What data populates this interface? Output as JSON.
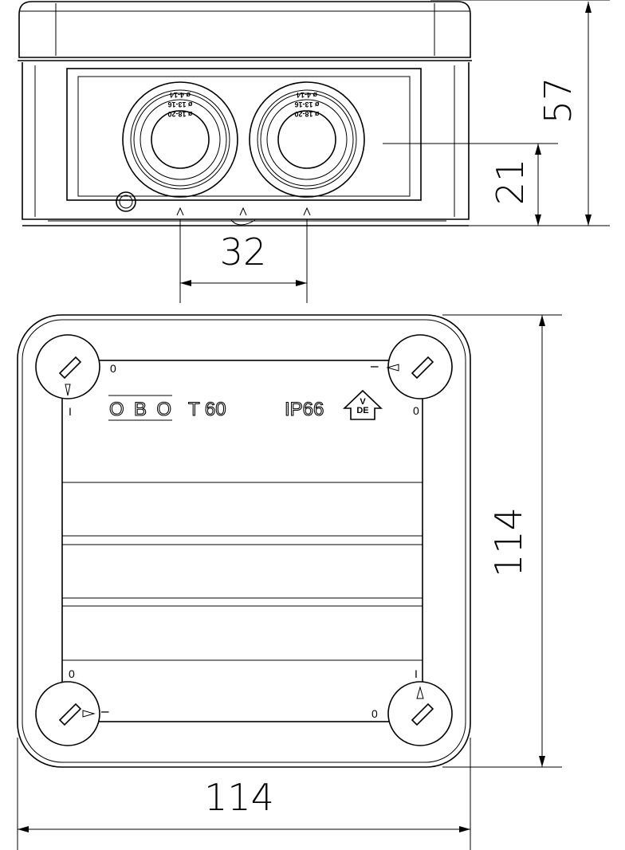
{
  "dimensions": {
    "height_total": "57",
    "gland_height": "21",
    "gland_spacing": "32",
    "depth": "114",
    "width": "114"
  },
  "lid_markings": {
    "brand": "OBO",
    "model": "T 60",
    "protection": "IP66",
    "cert_top": "V",
    "cert_bottom": "DE",
    "open_symbol": "0",
    "closed_symbol": "I"
  },
  "gland_rings": [
    "ø 18-20",
    "ø 13-16",
    "ø 4-14"
  ]
}
